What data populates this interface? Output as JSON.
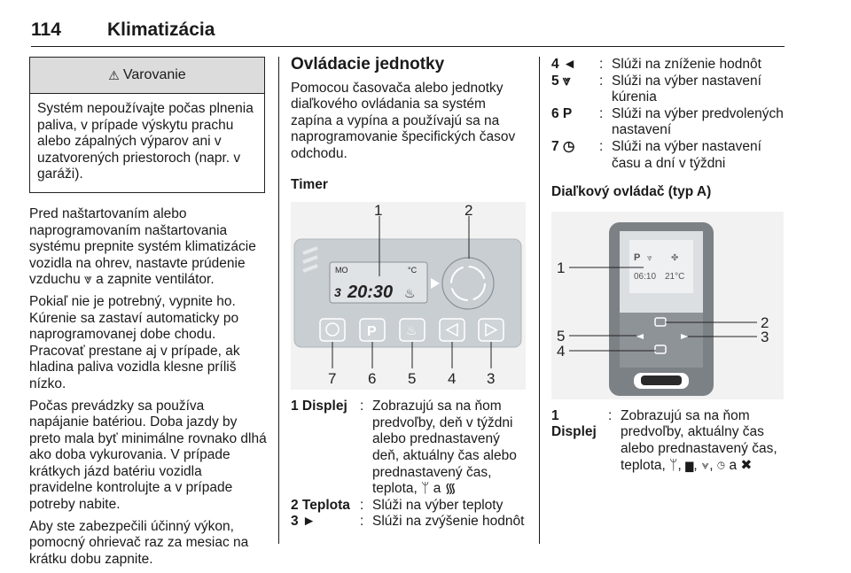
{
  "header": {
    "page_number": "114",
    "title": "Klimatizácia"
  },
  "warning": {
    "title": "Varovanie",
    "icon": "warning-triangle-icon",
    "text": "Systém nepoužívajte počas plnenia paliva, v prípade výskytu prachu alebo zápalných výparov ani v uzatvorených priestoroch (napr. v garáži)."
  },
  "col1_paragraphs": [
    "Pred naštartovaním alebo naprogramovaním naštartovania systému prepnite systém klimatizácie vozidla na ohrev, nastavte prúdenie vzduchu ⩔ a zapnite ventilátor.",
    "Pokiaľ nie je potrebný, vypnite ho. Kúrenie sa zastaví automaticky po naprogramovanej dobe chodu. Pracovať prestane aj v prípade, ak hladina paliva vozidla klesne príliš nízko.",
    "Počas prevádzky sa používa napájanie batériou. Doba jazdy by preto mala byť minimálne rovnako dlhá ako doba vykurovania. V prípade krátkych jázd batériu vozidla pravidelne kontrolujte a v prípade potreby nabite.",
    "Aby ste zabezpečili účinný výkon, pomocný ohrievač raz za mesiac na krátku dobu zapnite."
  ],
  "col2": {
    "heading": "Ovládacie jednotky",
    "intro": "Pomocou časovača alebo jednotky diaľkového ovládania sa systém zapína a vypína a používajú sa na naprogramovanie špecifických časov odchodu.",
    "subheading": "Timer",
    "timer_figure": {
      "display_mo": "MO",
      "display_unit": "°C",
      "display_day": "3",
      "display_time": "20:30",
      "callouts_top": [
        "1",
        "2"
      ],
      "callouts_bottom": [
        "7",
        "6",
        "5",
        "4",
        "3"
      ],
      "button_p": "P"
    },
    "items": [
      {
        "label": "1 Displej",
        "text": "Zobrazujú sa na ňom predvoľby, deň v týždni alebo prednastavený deň, aktuálny čas alebo prednastavený čas, teplota, ᛘ a ᯾"
      },
      {
        "label": "2 Teplota",
        "text": "Slúži na výber teploty"
      },
      {
        "label": "3 ►",
        "text": "Slúži na zvýšenie hodnôt"
      }
    ]
  },
  "col3": {
    "items": [
      {
        "label": "4 ◄",
        "text": "Slúži na zníženie hodnôt"
      },
      {
        "label": "5 ⩔",
        "text": "Slúži na výber nastavení kúrenia"
      },
      {
        "label": "6 P",
        "text": "Slúži na výber predvolených nastavení"
      },
      {
        "label": "7 ◷",
        "text": "Slúži na výber nastavení času a dní v týždni"
      }
    ],
    "subheading": "Diaľkový ovládač (typ A)",
    "remote_figure": {
      "screen_p": "P",
      "screen_time": "06:10",
      "screen_temp": "21°C",
      "callouts_left": [
        "1",
        "5",
        "4"
      ],
      "callouts_right": [
        "2",
        "3"
      ]
    },
    "item1_label_a": "1",
    "item1_label_b": "Displej",
    "item1_text": "Zobrazujú sa na ňom predvoľby, aktuálny čas alebo prednastavený čas, teplota, ᛘ, ▆, ⩔, ◷ a ✖"
  }
}
